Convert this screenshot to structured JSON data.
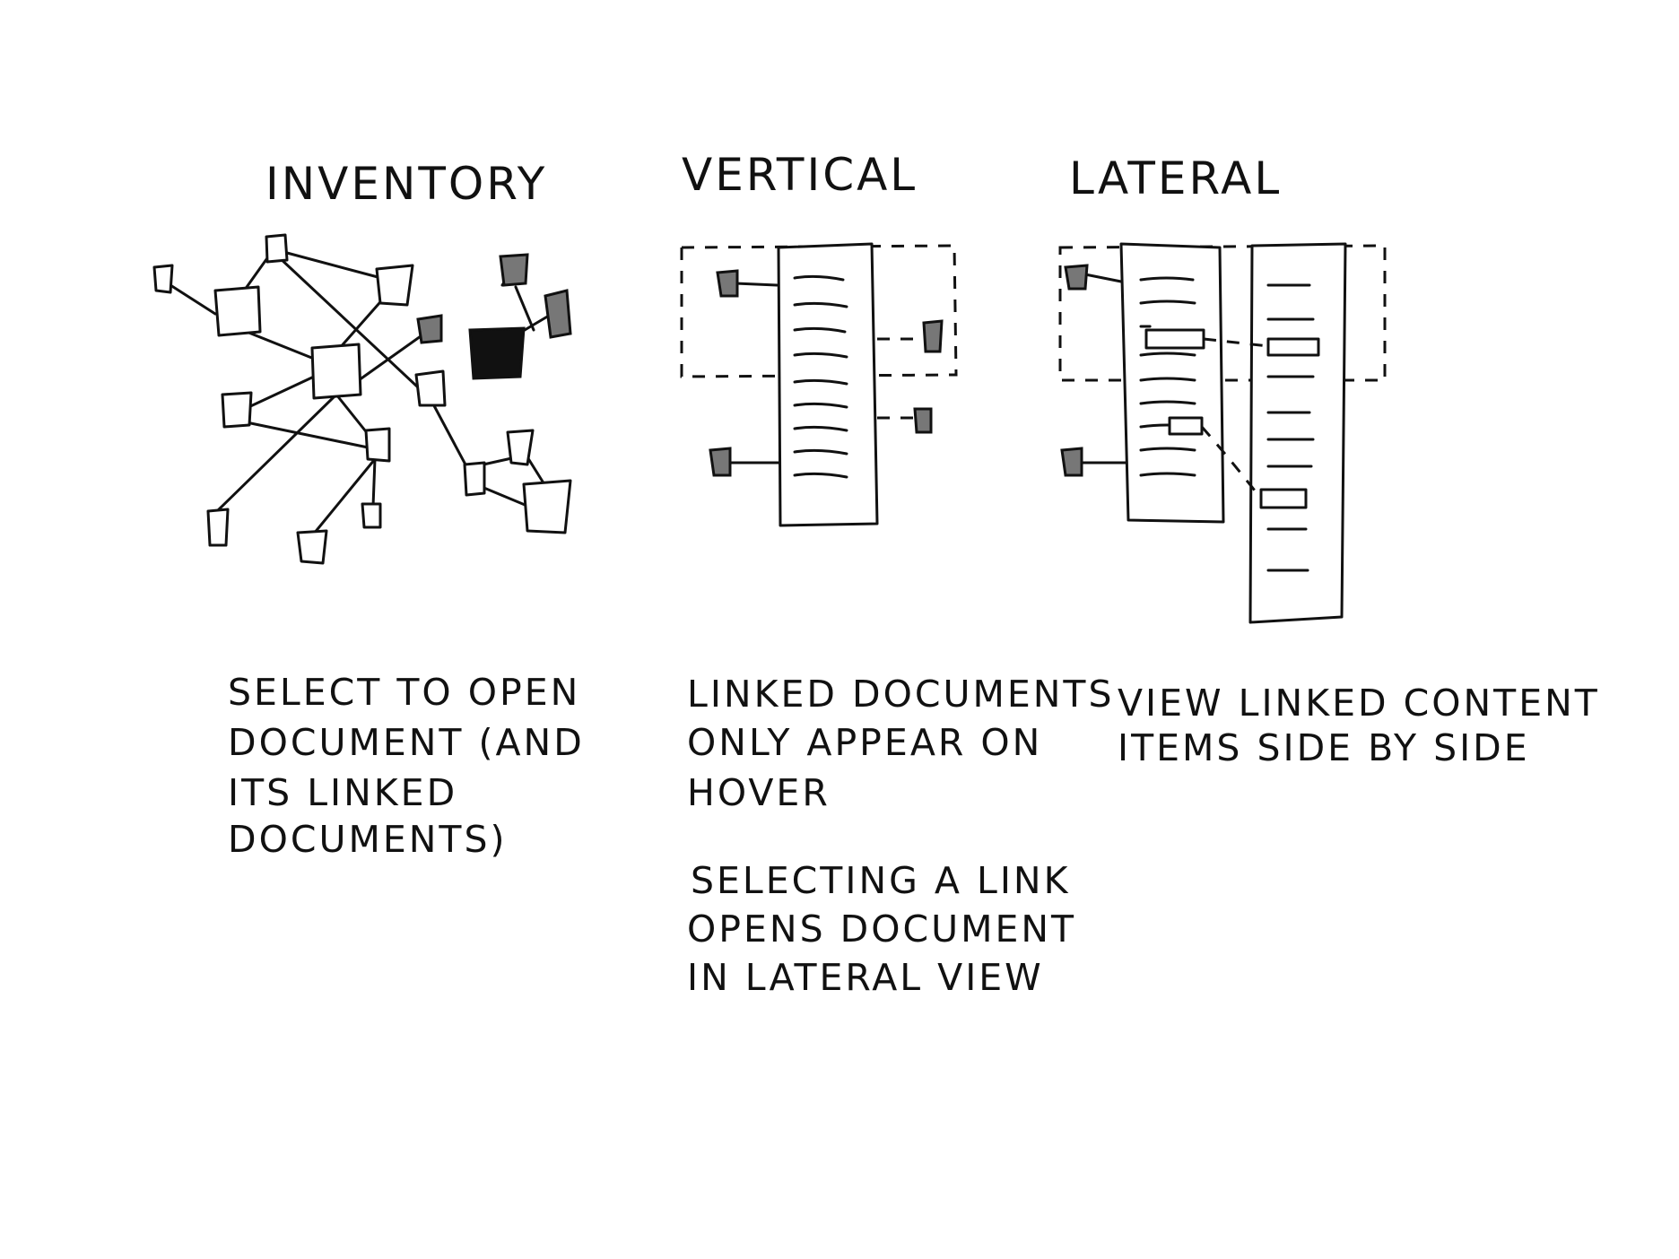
{
  "panels": [
    {
      "id": "inventory",
      "title": "INVENTORY",
      "caption": [
        "SELECT TO OPEN",
        "DOCUMENT (AND",
        "ITS LINKED",
        "DOCUMENTS)"
      ]
    },
    {
      "id": "vertical",
      "title": "VERTICAL",
      "caption": [
        "LINKED DOCUMENTS",
        "ONLY APPEAR ON",
        "HOVER"
      ],
      "caption2": [
        "SELECTING A LINK",
        "OPENS DOCUMENT",
        "IN LATERAL VIEW"
      ]
    },
    {
      "id": "lateral",
      "title": "LATERAL",
      "caption": [
        "VIEW LINKED CONTENT",
        "ITEMS SIDE BY SIDE"
      ]
    }
  ],
  "colors": {
    "ink": "#111111",
    "linked_doc": "#777777",
    "selected_doc": "#111111",
    "background": "#ffffff"
  }
}
